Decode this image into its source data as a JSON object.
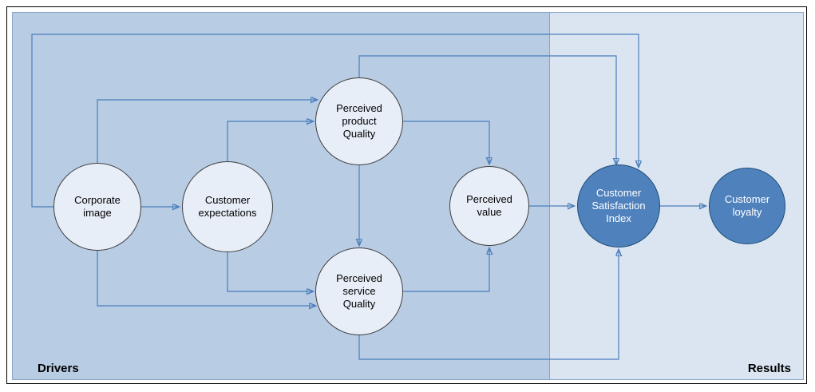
{
  "regions": {
    "drivers": {
      "label": "Drivers"
    },
    "results": {
      "label": "Results"
    }
  },
  "nodes": [
    {
      "id": "corporate-image",
      "label": "Corporate\nimage",
      "style": "light"
    },
    {
      "id": "customer-expectations",
      "label": "Customer\nexpectations",
      "style": "light"
    },
    {
      "id": "perceived-product-quality",
      "label": "Perceived\nproduct\nQuality",
      "style": "light"
    },
    {
      "id": "perceived-service-quality",
      "label": "Perceived\nservice\nQuality",
      "style": "light"
    },
    {
      "id": "perceived-value",
      "label": "Perceived\nvalue",
      "style": "light"
    },
    {
      "id": "customer-satisfaction-index",
      "label": "Customer\nSatisfaction\nIndex",
      "style": "dark"
    },
    {
      "id": "customer-loyalty",
      "label": "Customer\nloyalty",
      "style": "dark"
    }
  ],
  "edges": [
    {
      "from": "corporate-image",
      "to": "customer-expectations"
    },
    {
      "from": "corporate-image",
      "to": "perceived-product-quality"
    },
    {
      "from": "corporate-image",
      "to": "perceived-service-quality"
    },
    {
      "from": "corporate-image",
      "to": "customer-satisfaction-index"
    },
    {
      "from": "customer-expectations",
      "to": "perceived-product-quality"
    },
    {
      "from": "customer-expectations",
      "to": "perceived-service-quality"
    },
    {
      "from": "perceived-product-quality",
      "to": "perceived-service-quality"
    },
    {
      "from": "perceived-product-quality",
      "to": "perceived-value"
    },
    {
      "from": "perceived-product-quality",
      "to": "customer-satisfaction-index"
    },
    {
      "from": "perceived-service-quality",
      "to": "perceived-value"
    },
    {
      "from": "perceived-service-quality",
      "to": "customer-satisfaction-index"
    },
    {
      "from": "perceived-value",
      "to": "customer-satisfaction-index"
    },
    {
      "from": "customer-satisfaction-index",
      "to": "customer-loyalty"
    }
  ],
  "colors": {
    "drivers_bg": "#b8cce4",
    "results_bg": "#dbe5f1",
    "light_node_fill": "#e8eef7",
    "dark_node_fill": "#4f81bd",
    "arrow": "#4a7ebb"
  }
}
